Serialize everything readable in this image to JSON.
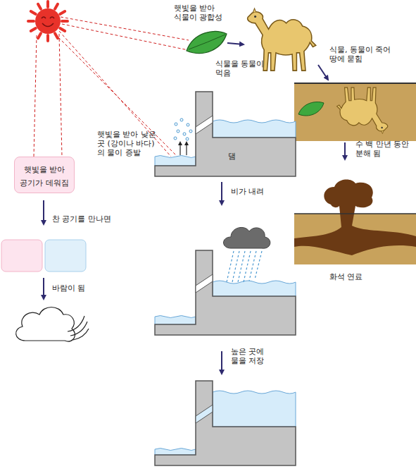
{
  "diagram": {
    "nodes": [
      {
        "text": [
          "햇빛을 받아 공기가 데워짐"
        ]
      }
    ],
    "labels": [
      "햇빛을 받아 식물이 광합성",
      "식물을 동물이 먹음",
      "식물, 동물이 죽어 땅에 묻힘",
      "수 백 만년 동안 분해 됨",
      "화석 연료",
      "햇빛을 받아 낮은 곳 (강이나 바다)의 물이 증발",
      "댐",
      "비가 내려",
      "높은 곳에 물을 저장",
      "찬 공기를 만나면",
      "바람이 됨"
    ]
  }
}
